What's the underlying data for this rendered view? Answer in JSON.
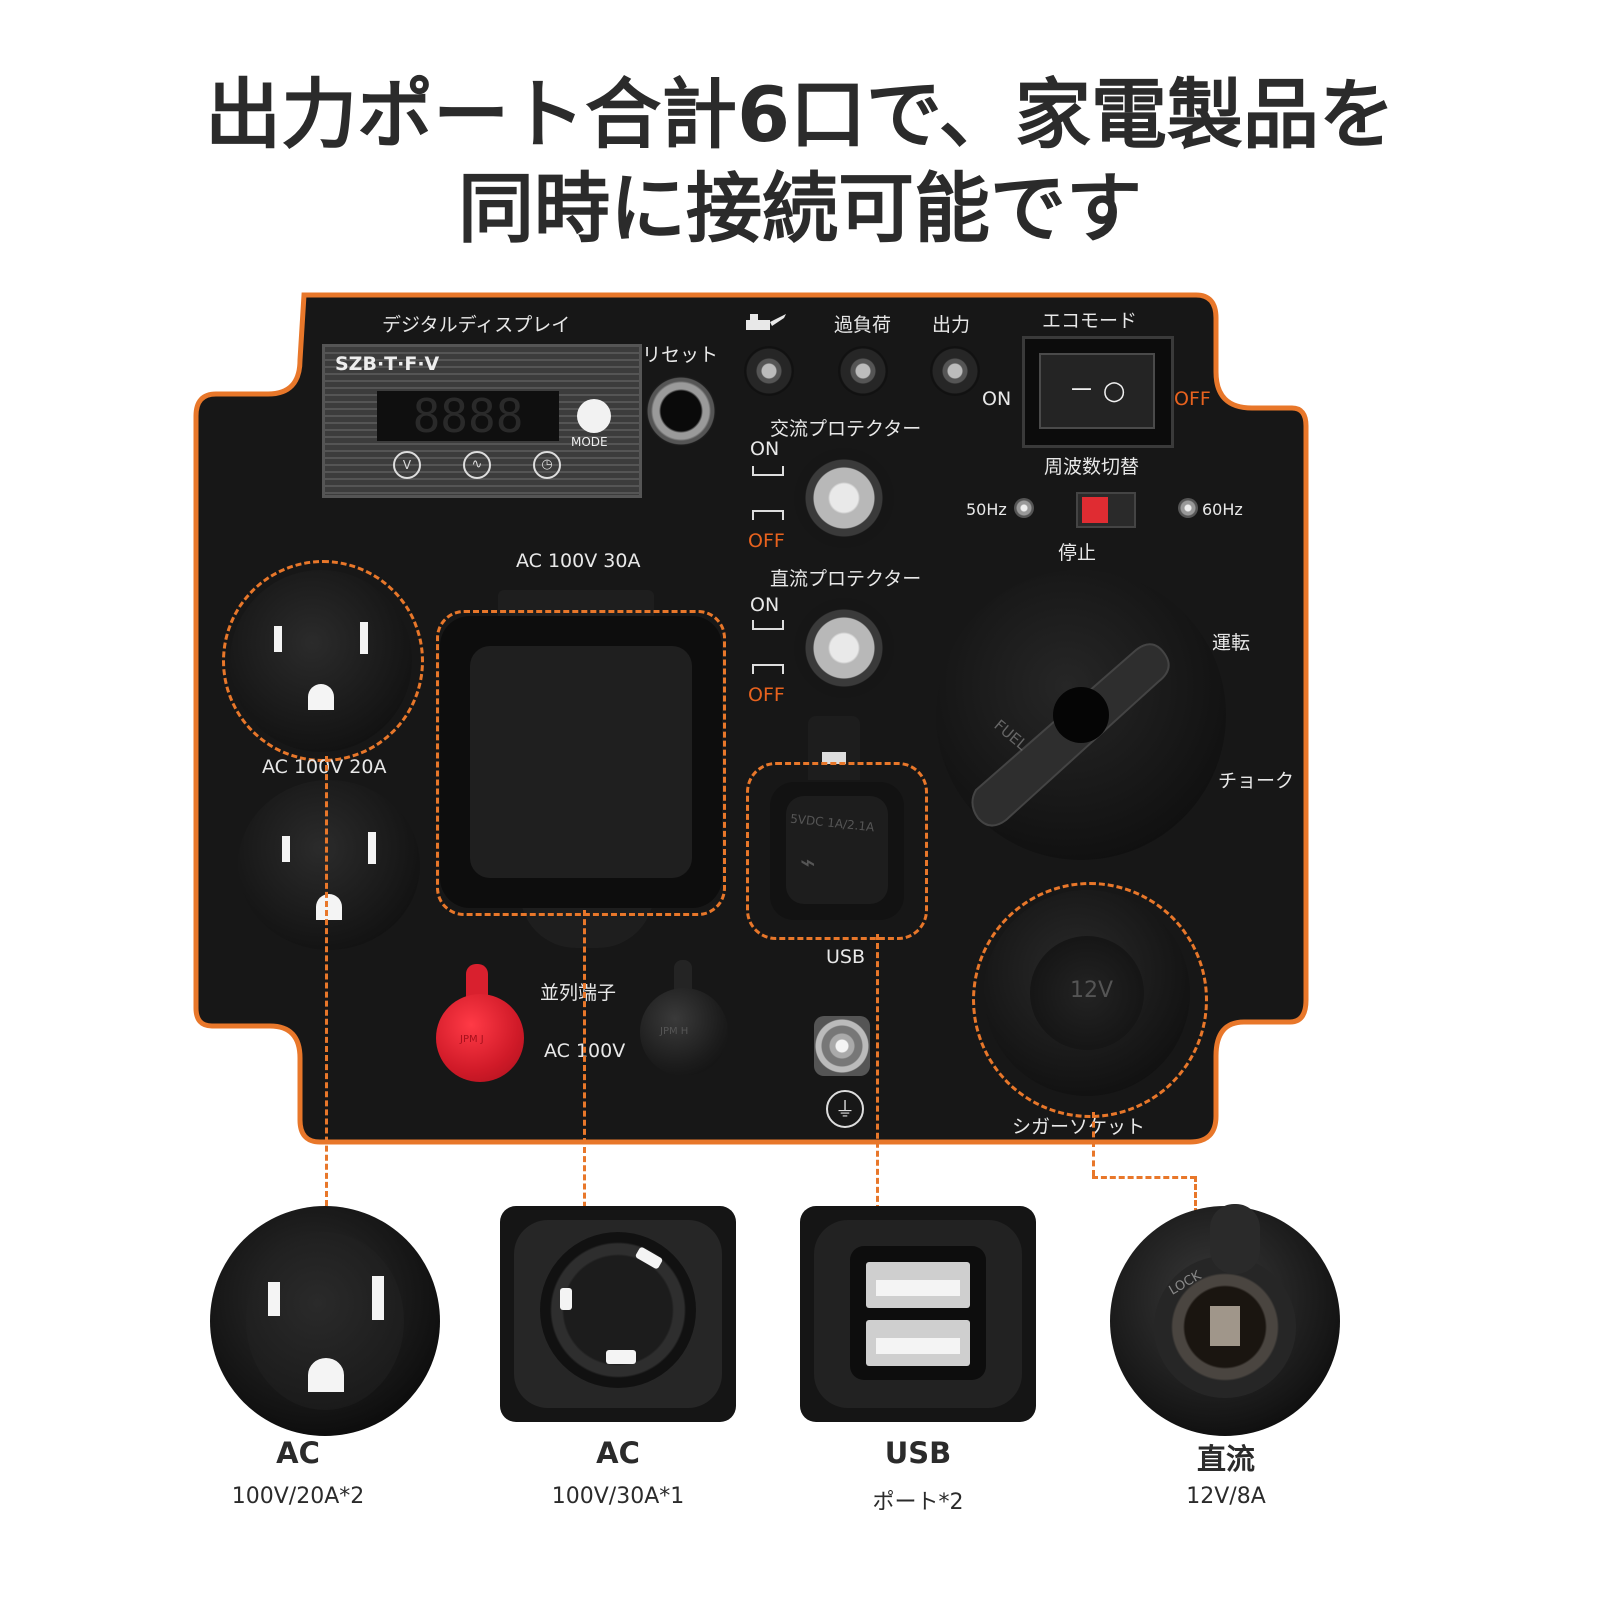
{
  "headline": {
    "line1": "出力ポート合計6口で、家電製品を",
    "line2": "同時に接続可能です"
  },
  "panel": {
    "display_label": "デジタルディスプレイ",
    "display_model": "SZB·T·F·V",
    "display_digits": "8888",
    "mode_label": "MODE",
    "reset_label": "リセット",
    "indicator_overload": "過負荷",
    "indicator_output": "出力",
    "eco_mode_label": "エコモード",
    "eco_on": "ON",
    "eco_off": "OFF",
    "eco_switch_marks": "－ ○",
    "ac_protector_label": "交流プロテクター",
    "dc_protector_label": "直流プロテクター",
    "protector_on": "ON",
    "protector_off": "OFF",
    "freq_label": "周波数切替",
    "freq_50": "50Hz",
    "freq_60": "60Hz",
    "ac30_label": "AC 100V 30A",
    "ac20_label": "AC 100V 20A",
    "stop_label": "停止",
    "run_label": "運転",
    "choke_label": "チョーク",
    "fuel_label": "FUEL",
    "usb_label": "USB",
    "usb_cover_text": "5VDC 1A/2.1A",
    "parallel_label": "並列端子",
    "parallel_ac_label": "AC 100V",
    "cap_red_text": "JPM J",
    "cap_black_text": "JPM H",
    "cigar_label": "シガーソケット",
    "cigar_text": "12V"
  },
  "callouts": [
    {
      "title": "AC",
      "subtitle": "100V/20A*2"
    },
    {
      "title": "AC",
      "subtitle": "100V/30A*1"
    },
    {
      "title": "USB",
      "subtitle": "ポート*2"
    },
    {
      "title": "直流",
      "subtitle": "12V/8A"
    }
  ],
  "thumb_lock_text": "LOCK",
  "colors": {
    "accent": "#e8772a",
    "panel": "#171717",
    "text": "#2b2b2b",
    "off_red": "#e8621e",
    "cap_red": "#d9202e"
  }
}
